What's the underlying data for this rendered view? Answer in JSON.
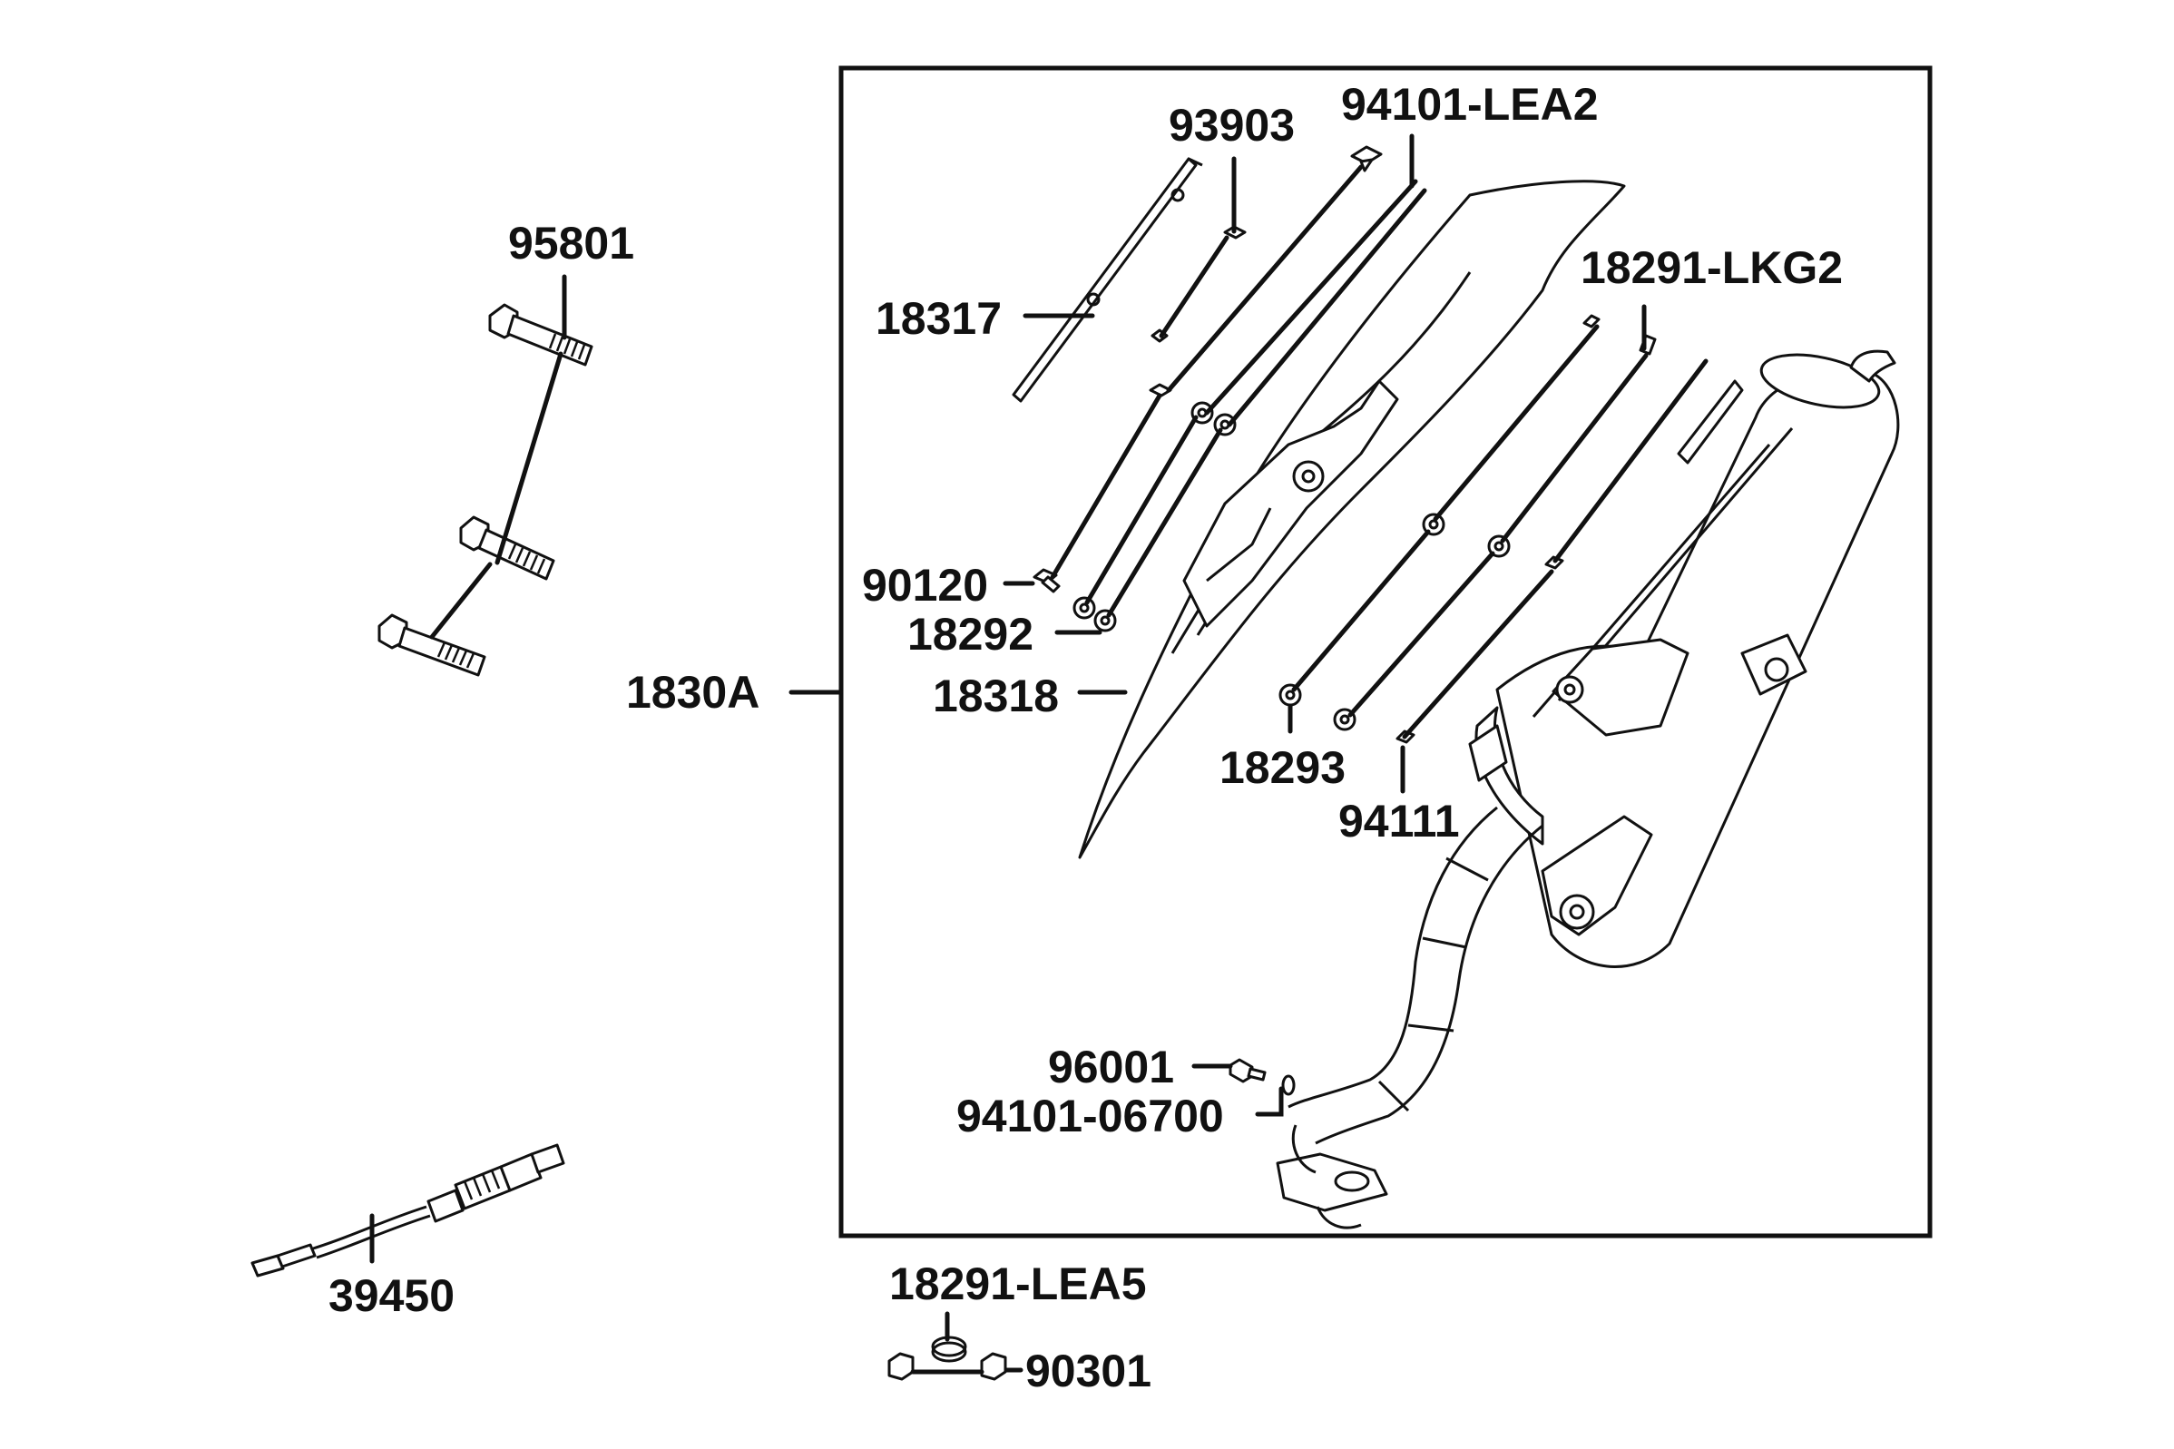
{
  "labels": {
    "l95801": "95801",
    "l39450": "39450",
    "l1830A": "1830A",
    "l93903": "93903",
    "l94101_LEA2": "94101-LEA2",
    "l18317": "18317",
    "l18291_LKG2": "18291-LKG2",
    "l90120": "90120",
    "l18292": "18292",
    "l18318": "18318",
    "l18293": "18293",
    "l94111": "94111",
    "l96001": "96001",
    "l94101_06700": "94101-06700",
    "l18291_LEA5": "18291-LEA5",
    "l90301": "90301"
  }
}
